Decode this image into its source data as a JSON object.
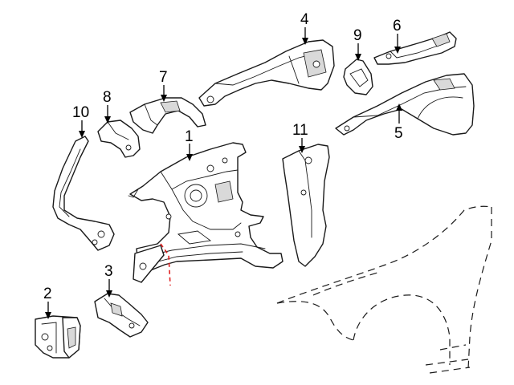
{
  "diagram": {
    "callouts": [
      {
        "id": "c1",
        "label": "1"
      },
      {
        "id": "c2",
        "label": "2"
      },
      {
        "id": "c3",
        "label": "3"
      },
      {
        "id": "c4",
        "label": "4"
      },
      {
        "id": "c5",
        "label": "5"
      },
      {
        "id": "c6",
        "label": "6"
      },
      {
        "id": "c7",
        "label": "7"
      },
      {
        "id": "c8",
        "label": "8"
      },
      {
        "id": "c9",
        "label": "9"
      },
      {
        "id": "c10",
        "label": "10"
      },
      {
        "id": "c11",
        "label": "11"
      }
    ],
    "colors": {
      "linework": "#1a1a1a",
      "cut_line": "#e02020",
      "background": "#ffffff"
    }
  }
}
